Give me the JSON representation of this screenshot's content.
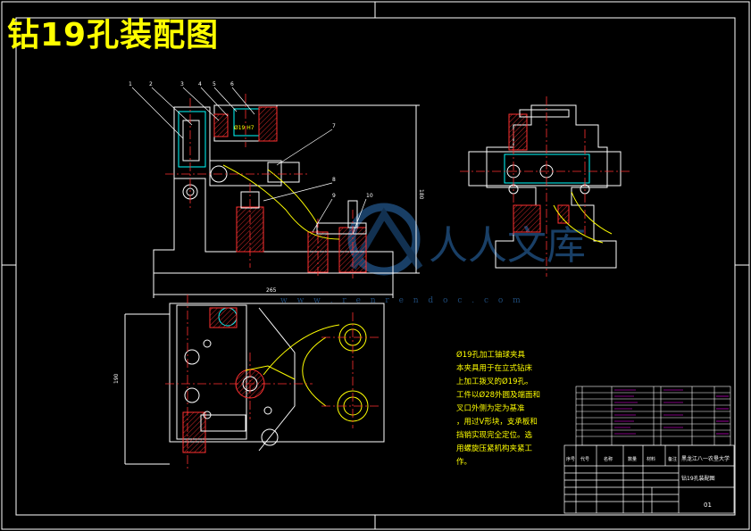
{
  "drawing": {
    "title": "钻19孔装配图",
    "background_color": "#000000",
    "line_colors": {
      "outline": "#ffffff",
      "centerline": "#ff3030",
      "hatch": "#ff3030",
      "yellow": "#ffff00",
      "cyan": "#00ffff",
      "green": "#00ff00",
      "magenta": "#ff00ff"
    }
  },
  "notes": {
    "lines": [
      "Ø19孔加工铀球夹具",
      "本夹具用于在立式钻床",
      "上加工拨叉的Ø19孔。",
      "工件以Ø28外圆及端面和",
      "叉口外侧为定为基准",
      "，用过V形块，支承板和",
      "挡销实现完全定位。选",
      "用螺旋压紧机构夹紧工",
      "作。"
    ]
  },
  "leaders": {
    "numbers": [
      "1",
      "2",
      "3",
      "4",
      "5",
      "6",
      "7",
      "8",
      "9",
      "10"
    ]
  },
  "dimensions": {
    "overall_width": "265",
    "overall_height": "180",
    "plan_height": "190",
    "small_dim": "Ø19 H7"
  },
  "title_block": {
    "school": "黑龙江八一农垦大学",
    "drawing_name": "钻19孔装配图",
    "sheet_no": "01",
    "headers": [
      "序号",
      "代号",
      "名称",
      "数量",
      "材料",
      "备注"
    ]
  },
  "watermark": {
    "text": "人人文库",
    "url": "w w w . r e n r e n d o c . c o m"
  }
}
